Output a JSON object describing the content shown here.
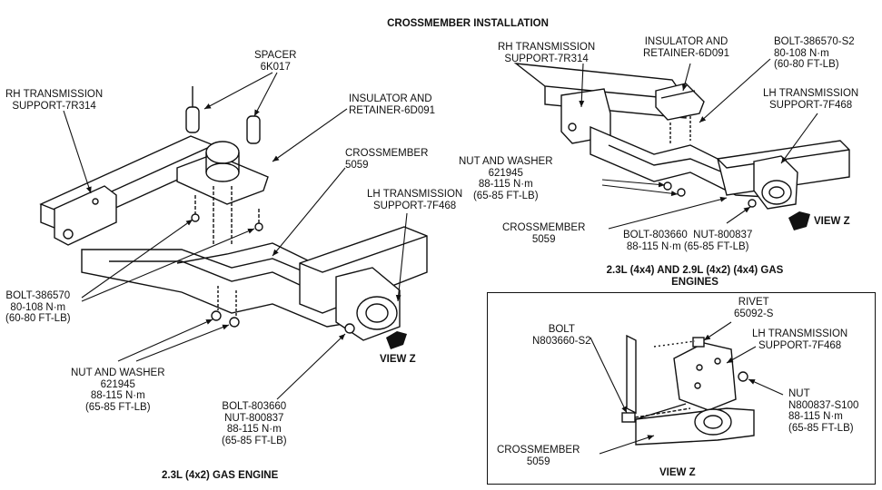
{
  "title": "CROSSMEMBER INSTALLATION",
  "left_view": {
    "caption": "2.3L (4x2) GAS ENGINE",
    "labels": {
      "spacer": "SPACER\n6K017",
      "rh_support": "RH TRANSMISSION\nSUPPORT-7R314",
      "insulator": "INSULATOR AND\nRETAINER-6D091",
      "crossmember": "CROSSMEMBER\n5059",
      "lh_support": "LH TRANSMISSION\nSUPPORT-7F468",
      "bolt_386570": "BOLT-386570\n80-108 N·m\n(60-80 FT-LB)",
      "nut_washer": "NUT AND WASHER\n621945\n88-115 N·m\n(65-85 FT-LB)",
      "bolt_803660": "BOLT-803660\nNUT-800837\n88-115 N·m\n(65-85 FT-LB)",
      "view_z": "VIEW Z"
    }
  },
  "right_view": {
    "caption": "2.3L (4x4) AND 2.9L (4x2) (4x4) GAS\nENGINES",
    "labels": {
      "rh_support": "RH TRANSMISSION\nSUPPORT-7R314",
      "insulator": "INSULATOR AND\nRETAINER-6D091",
      "bolt_386570": "BOLT-386570-S2\n80-108 N·m\n(60-80 FT-LB)",
      "lh_support": "LH TRANSMISSION\nSUPPORT-7F468",
      "nut_washer": "NUT AND WASHER\n621945\n88-115 N·m\n(65-85 FT-LB)",
      "crossmember": "CROSSMEMBER\n5059",
      "bolt_nut": "BOLT-803660  NUT-800837\n88-115 N·m (65-85 FT-LB)",
      "view_z": "VIEW Z"
    }
  },
  "inset_view": {
    "caption": "VIEW Z",
    "labels": {
      "rivet": "RIVET\n65092-S",
      "bolt": "BOLT\nN803660-S2",
      "lh_support": "LH TRANSMISSION\nSUPPORT-7F468",
      "nut": "NUT\nN800837-S100\n88-115 N·m\n(65-85 FT-LB)",
      "crossmember": "CROSSMEMBER\n5059"
    }
  }
}
